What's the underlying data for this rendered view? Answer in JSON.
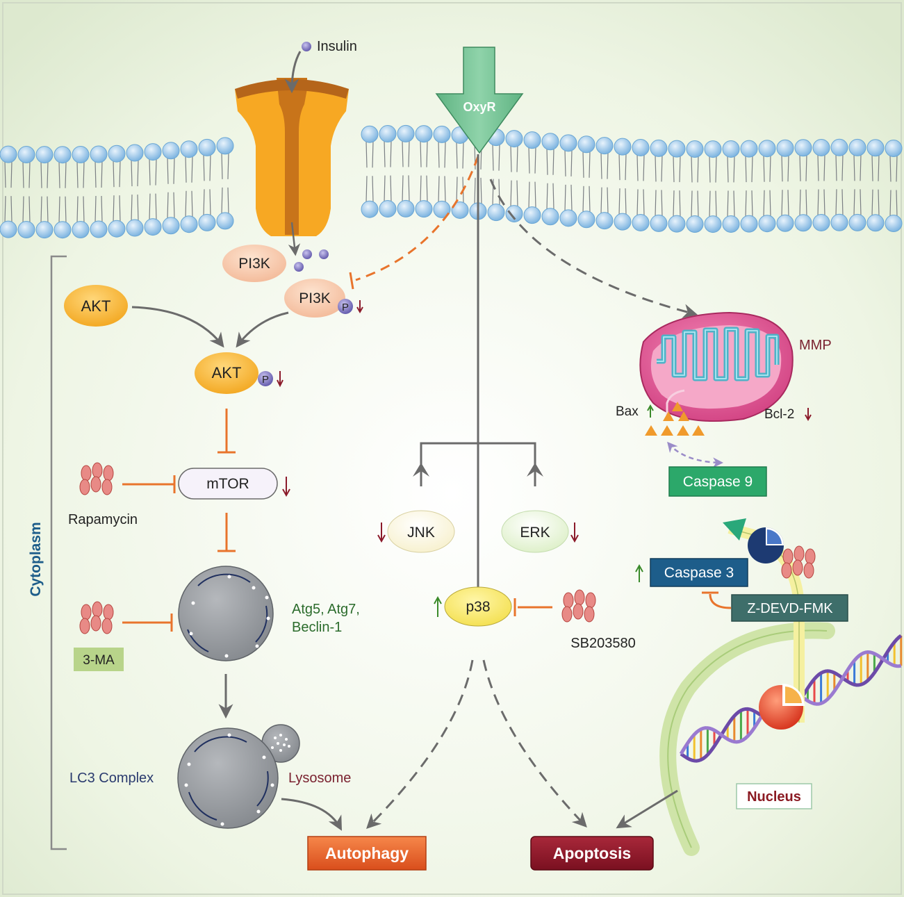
{
  "labels": {
    "insulin": "Insulin",
    "oxyr": "OxyR",
    "pi3k": "PI3K",
    "pi3k_p": "PI3K",
    "akt": "AKT",
    "akt_p": "AKT",
    "phospho": "P",
    "mtor": "mTOR",
    "rapamycin": "Rapamycin",
    "three_ma": "3-MA",
    "atg": "Atg5, Atg7,",
    "beclin": "Beclin-1",
    "lc3": "LC3 Complex",
    "lysosome": "Lysosome",
    "cytoplasm": "Cytoplasm",
    "jnk": "JNK",
    "erk": "ERK",
    "p38": "p38",
    "sb": "SB203580",
    "mmp": "MMP",
    "bax": "Bax",
    "bcl2": "Bcl-2",
    "caspase9": "Caspase 9",
    "caspase3": "Caspase 3",
    "zdevd": "Z-DEVD-FMK",
    "nucleus": "Nucleus",
    "autophagy": "Autophagy",
    "apoptosis": "Apoptosis"
  },
  "colors": {
    "inhibit": "#e8742c",
    "flow": "#6b6b6b",
    "up": "#3a8a2a",
    "down": "#8b1a2a",
    "membrane_head": "#9cc8ec",
    "receptor": "#f7a823",
    "oxyr": "#6fbf8e",
    "caspase9": "#2ca86a",
    "caspase3": "#1d5d8a",
    "zdevd": "#3e6e6a",
    "autophagy": "#e85d2a",
    "apoptosis": "#8b1a22"
  },
  "icons": {
    "up_arrow": "up-arrow-icon",
    "down_arrow": "down-arrow-icon",
    "molecule": "ellipse-cluster-icon"
  }
}
